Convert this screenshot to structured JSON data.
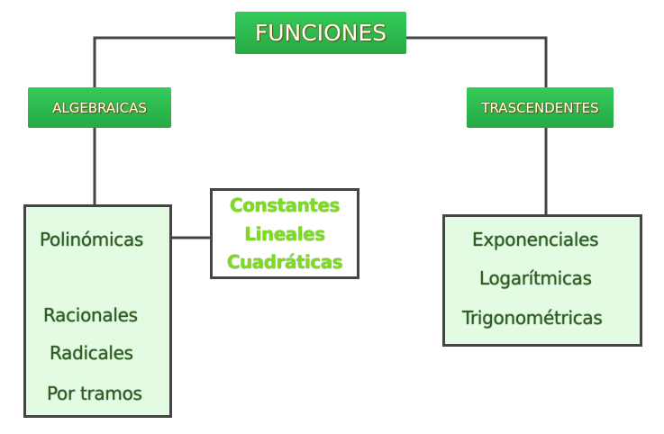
{
  "root": {
    "label": "FUNCIONES"
  },
  "branches": [
    {
      "label": "ALGEBRAICAS",
      "items": [
        "Polinómicas",
        "Racionales",
        "Radicales",
        "Por tramos"
      ]
    },
    {
      "label": "TRASCENDENTES",
      "items": [
        "Exponenciales",
        "Logarítmicas",
        "Trigonométricas"
      ]
    }
  ],
  "polinomicas_sub": [
    "Constantes",
    "Lineales",
    "Cuadráticas"
  ],
  "colors": {
    "header": "#2fbf52",
    "box_fill": "#e3fbe3",
    "line": "#444444",
    "sub_text": "#7ddc1f"
  }
}
